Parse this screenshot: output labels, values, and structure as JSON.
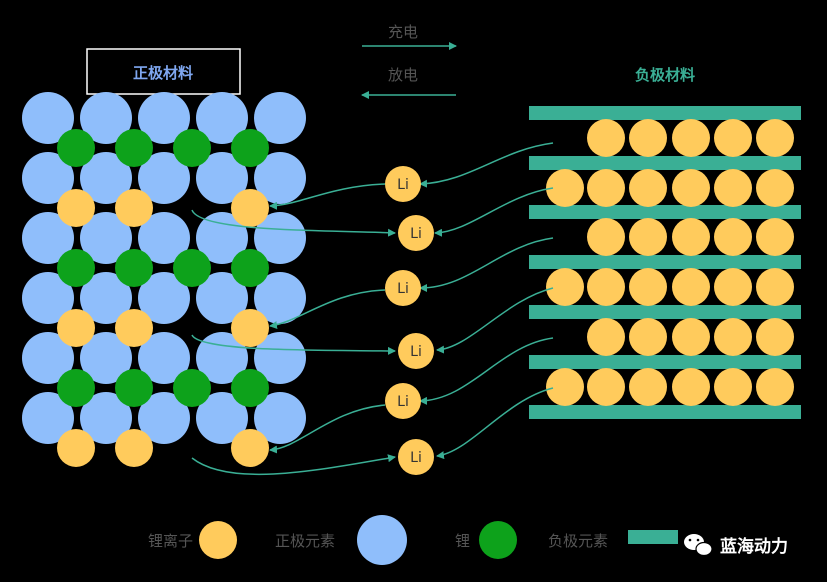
{
  "diagram": {
    "cathode_title": "正极材料",
    "anode_title": "负极材料",
    "charge_label": "充电",
    "discharge_label": "放电",
    "li_label": "Li",
    "colors": {
      "background": "#000000",
      "cathode_element": "#8FBEFB",
      "lithium_ion": "#FFCB5C",
      "lithium_metal": "#0DA21B",
      "anode_layer": "#3AAF95",
      "arrow": "#3AAF95",
      "title_text": "#7FA7F0",
      "anode_title_text": "#3AAF95",
      "label_text": "#555555"
    }
  },
  "legend": {
    "items": [
      {
        "label": "锂离子",
        "icon": "yellow-circle-icon"
      },
      {
        "label": "正极元素",
        "icon": "blue-circle-icon"
      },
      {
        "label": "锂",
        "icon": "green-circle-icon"
      },
      {
        "label": "负极元素",
        "icon": "teal-bar-icon"
      }
    ]
  },
  "brand": {
    "name": "蓝海动力",
    "icon": "wechat-icon"
  }
}
